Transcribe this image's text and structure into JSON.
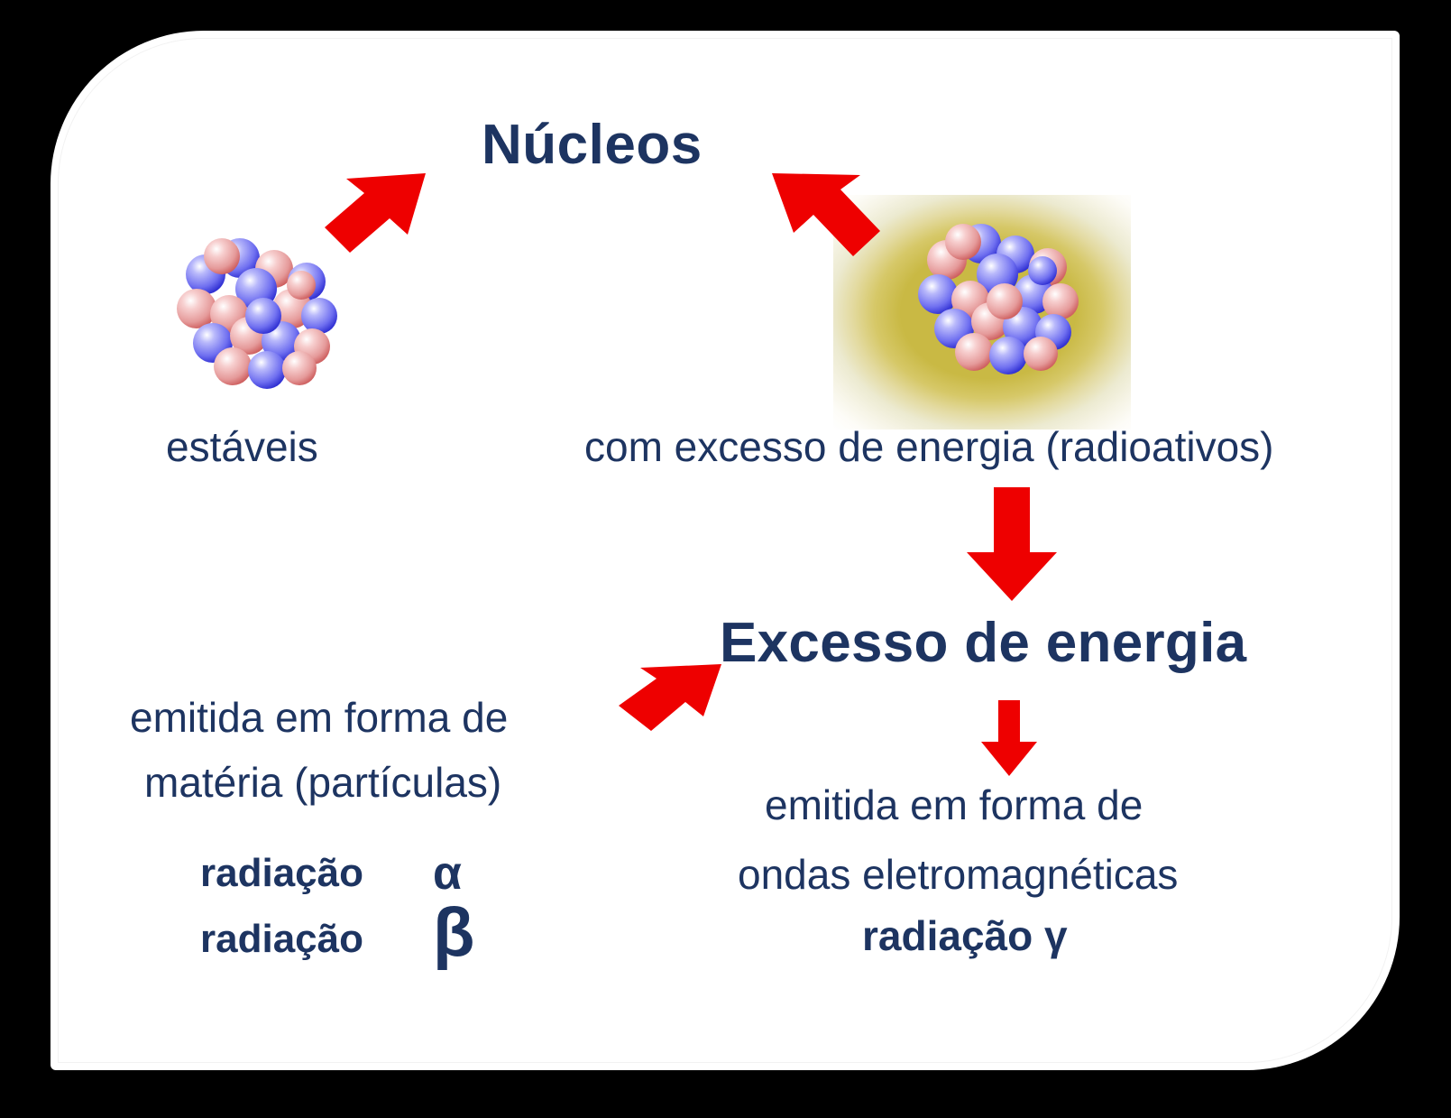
{
  "diagram": {
    "title": "Núcleos",
    "labels": {
      "stable": "estáveis",
      "radioactive": "com excesso de energia (radioativos)"
    },
    "heading": "Excesso de energia",
    "matter_branch": {
      "line1": "emitida em forma de",
      "line2": "matéria (partículas)",
      "rows": [
        {
          "label": "radiação",
          "symbol": "α"
        },
        {
          "label": "radiação",
          "symbol": "β"
        }
      ]
    },
    "wave_branch": {
      "line1": "emitida em forma de",
      "line2": "ondas eletromagnéticas",
      "line3": "radiação γ"
    },
    "icons": {
      "nucleus_stable": "nucleus-cluster-icon",
      "nucleus_radioactive": "nucleus-cluster-glowing-icon",
      "arrow_to_stable": "arrow-down-left-icon",
      "arrow_to_radioactive": "arrow-down-right-icon",
      "arrow_down_big": "arrow-down-icon",
      "arrow_to_matter": "arrow-down-left-icon",
      "arrow_down_small": "arrow-down-icon"
    },
    "colors": {
      "text": "#1d3461",
      "arrow": "#ee0000",
      "proton": "#f0aeae",
      "neutron": "#5a5af0",
      "glow": "#c9b944",
      "panel": "#ffffff",
      "background": "#000000"
    }
  }
}
